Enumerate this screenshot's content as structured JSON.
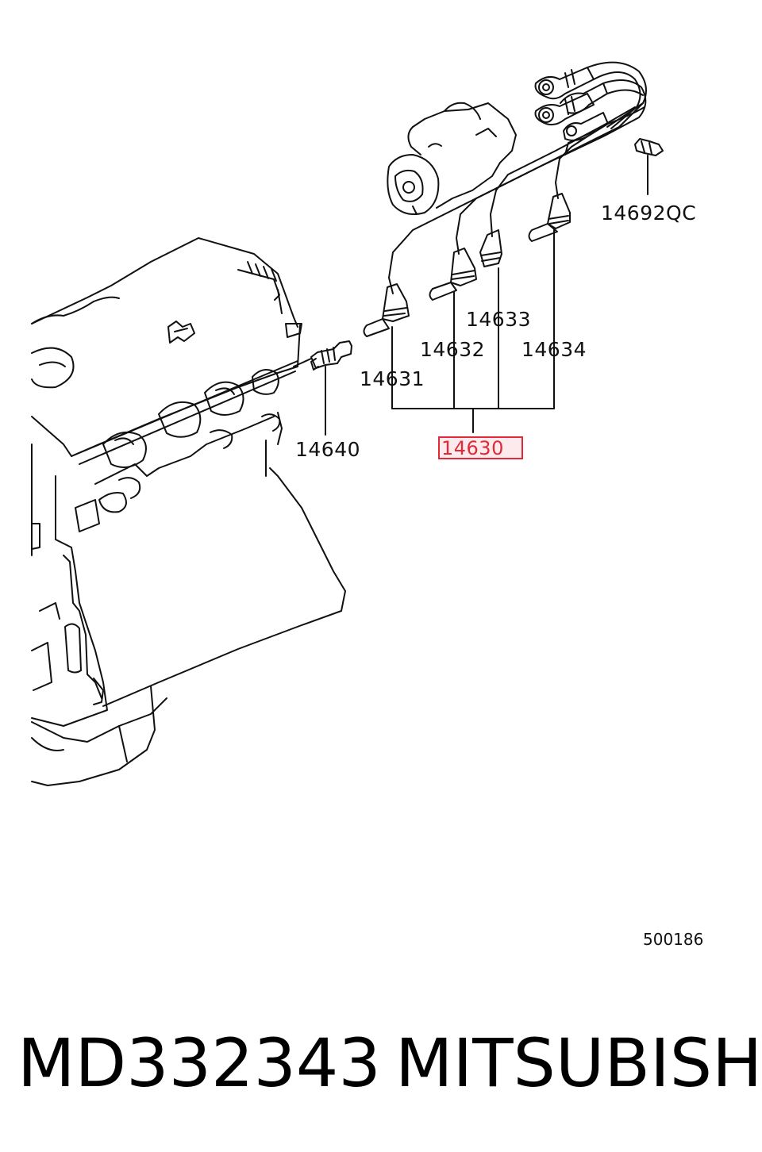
{
  "diagram": {
    "parts": {
      "p14692qc": "14692QC",
      "p14633": "14633",
      "p14632": "14632",
      "p14634": "14634",
      "p14631": "14631",
      "p14640": "14640",
      "p14630": "14630"
    },
    "highlighted_part": "14630",
    "highlight_color": "#e02a3a",
    "diagram_code": "500186"
  },
  "footer": {
    "part_number": "MD332343",
    "brand": "MITSUBISHI"
  }
}
